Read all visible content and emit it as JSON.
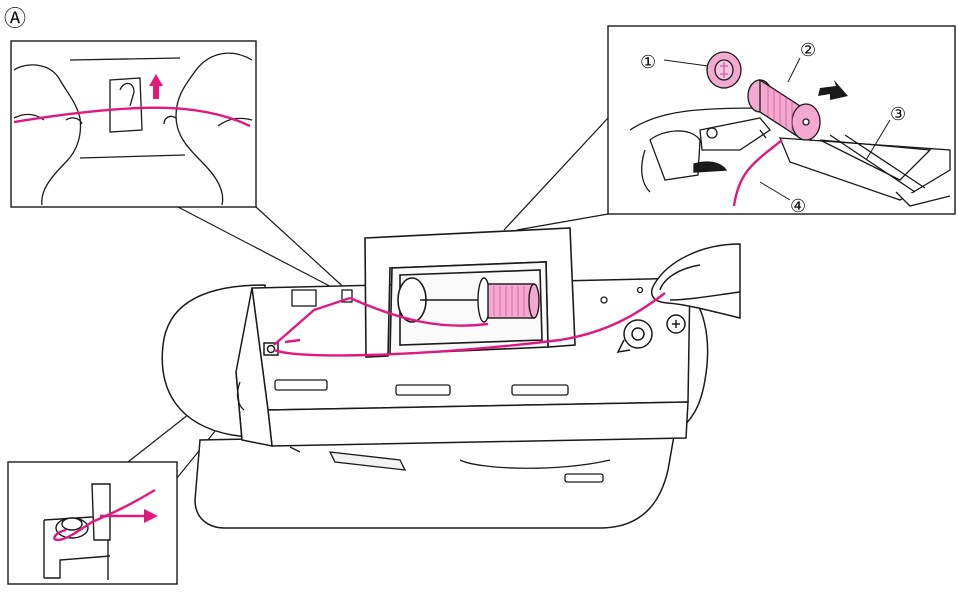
{
  "labels": {
    "figure_marker": "Ⓐ",
    "callout_1": "①",
    "callout_2": "②",
    "callout_3": "③",
    "callout_4": "④"
  },
  "colors": {
    "thread": "#e0197f",
    "spool_pink": "#f4a9cf",
    "spool_pink_dark": "#d9589b",
    "line": "#1a1a1a",
    "background": "#ffffff"
  },
  "icons": {
    "thread_pull_arrow": "up-arrow-icon",
    "spool_slide_arrow": "right-arrow-icon",
    "exit_arrow": "right-arrow-icon"
  }
}
